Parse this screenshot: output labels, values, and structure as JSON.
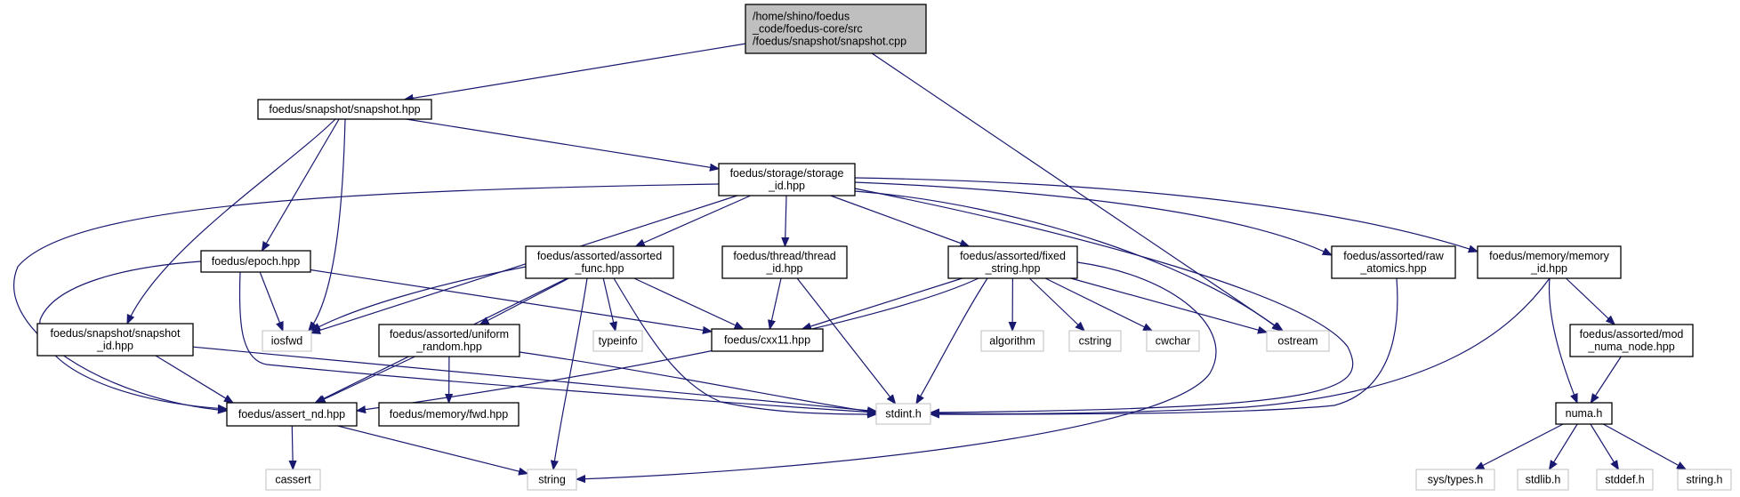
{
  "diagram": {
    "type": "include-dependency-graph",
    "colors": {
      "edge": "#191970",
      "root_fill": "#bfbfbf",
      "box_border": "#000000",
      "external_border": "#bfbfbf",
      "background": "#ffffff"
    },
    "nodes": [
      {
        "id": "snapshot_cpp",
        "lines": [
          "/home/shino/foedus",
          "_code/foedus-core/src",
          "/foedus/snapshot/snapshot.cpp"
        ],
        "style": "root"
      },
      {
        "id": "snapshot_hpp",
        "lines": [
          "foedus/snapshot/snapshot.hpp"
        ],
        "style": "internal"
      },
      {
        "id": "storage_id_hpp",
        "lines": [
          "foedus/storage/storage",
          "_id.hpp"
        ],
        "style": "internal"
      },
      {
        "id": "epoch_hpp",
        "lines": [
          "foedus/epoch.hpp"
        ],
        "style": "internal"
      },
      {
        "id": "assorted_func_hpp",
        "lines": [
          "foedus/assorted/assorted",
          "_func.hpp"
        ],
        "style": "internal"
      },
      {
        "id": "thread_id_hpp",
        "lines": [
          "foedus/thread/thread",
          "_id.hpp"
        ],
        "style": "internal"
      },
      {
        "id": "fixed_string_hpp",
        "lines": [
          "foedus/assorted/fixed",
          "_string.hpp"
        ],
        "style": "internal"
      },
      {
        "id": "raw_atomics_hpp",
        "lines": [
          "foedus/assorted/raw",
          "_atomics.hpp"
        ],
        "style": "internal"
      },
      {
        "id": "memory_id_hpp",
        "lines": [
          "foedus/memory/memory",
          "_id.hpp"
        ],
        "style": "internal"
      },
      {
        "id": "snapshot_id_hpp",
        "lines": [
          "foedus/snapshot/snapshot",
          "_id.hpp"
        ],
        "style": "internal"
      },
      {
        "id": "iosfwd",
        "lines": [
          "iosfwd"
        ],
        "style": "external"
      },
      {
        "id": "uniform_random_hpp",
        "lines": [
          "foedus/assorted/uniform",
          "_random.hpp"
        ],
        "style": "internal"
      },
      {
        "id": "typeinfo",
        "lines": [
          "typeinfo"
        ],
        "style": "external"
      },
      {
        "id": "cxx11_hpp",
        "lines": [
          "foedus/cxx11.hpp"
        ],
        "style": "internal"
      },
      {
        "id": "algorithm",
        "lines": [
          "algorithm"
        ],
        "style": "external"
      },
      {
        "id": "cstring",
        "lines": [
          "cstring"
        ],
        "style": "external"
      },
      {
        "id": "cwchar",
        "lines": [
          "cwchar"
        ],
        "style": "external"
      },
      {
        "id": "ostream",
        "lines": [
          "ostream"
        ],
        "style": "external"
      },
      {
        "id": "mod_numa_node_hpp",
        "lines": [
          "foedus/assorted/mod",
          "_numa_node.hpp"
        ],
        "style": "internal"
      },
      {
        "id": "assert_nd_hpp",
        "lines": [
          "foedus/assert_nd.hpp"
        ],
        "style": "internal"
      },
      {
        "id": "memory_fwd_hpp",
        "lines": [
          "foedus/memory/fwd.hpp"
        ],
        "style": "internal"
      },
      {
        "id": "stdint_h",
        "lines": [
          "stdint.h"
        ],
        "style": "external"
      },
      {
        "id": "numa_h",
        "lines": [
          "numa.h"
        ],
        "style": "internal"
      },
      {
        "id": "cassert",
        "lines": [
          "cassert"
        ],
        "style": "external"
      },
      {
        "id": "string",
        "lines": [
          "string"
        ],
        "style": "external"
      },
      {
        "id": "sys_types_h",
        "lines": [
          "sys/types.h"
        ],
        "style": "external"
      },
      {
        "id": "stdlib_h",
        "lines": [
          "stdlib.h"
        ],
        "style": "external"
      },
      {
        "id": "stddef_h",
        "lines": [
          "stddef.h"
        ],
        "style": "external"
      },
      {
        "id": "string_h",
        "lines": [
          "string.h"
        ],
        "style": "external"
      }
    ],
    "edges": [
      {
        "from": "snapshot_cpp",
        "to": "snapshot_hpp"
      },
      {
        "from": "snapshot_cpp",
        "to": "ostream"
      },
      {
        "from": "snapshot_hpp",
        "to": "storage_id_hpp"
      },
      {
        "from": "snapshot_hpp",
        "to": "epoch_hpp"
      },
      {
        "from": "snapshot_hpp",
        "to": "snapshot_id_hpp"
      },
      {
        "from": "snapshot_hpp",
        "to": "iosfwd"
      },
      {
        "from": "storage_id_hpp",
        "to": "assorted_func_hpp"
      },
      {
        "from": "storage_id_hpp",
        "to": "thread_id_hpp"
      },
      {
        "from": "storage_id_hpp",
        "to": "fixed_string_hpp"
      },
      {
        "from": "storage_id_hpp",
        "to": "raw_atomics_hpp"
      },
      {
        "from": "storage_id_hpp",
        "to": "memory_id_hpp"
      },
      {
        "from": "storage_id_hpp",
        "to": "iosfwd"
      },
      {
        "from": "storage_id_hpp",
        "to": "assert_nd_hpp"
      },
      {
        "from": "storage_id_hpp",
        "to": "stdint_h"
      },
      {
        "from": "storage_id_hpp",
        "to": "ostream"
      },
      {
        "from": "epoch_hpp",
        "to": "iosfwd"
      },
      {
        "from": "epoch_hpp",
        "to": "cxx11_hpp"
      },
      {
        "from": "epoch_hpp",
        "to": "assert_nd_hpp"
      },
      {
        "from": "epoch_hpp",
        "to": "stdint_h"
      },
      {
        "from": "assorted_func_hpp",
        "to": "iosfwd"
      },
      {
        "from": "assorted_func_hpp",
        "to": "uniform_random_hpp"
      },
      {
        "from": "assorted_func_hpp",
        "to": "typeinfo"
      },
      {
        "from": "assorted_func_hpp",
        "to": "cxx11_hpp"
      },
      {
        "from": "assorted_func_hpp",
        "to": "assert_nd_hpp"
      },
      {
        "from": "assorted_func_hpp",
        "to": "string"
      },
      {
        "from": "assorted_func_hpp",
        "to": "stdint_h"
      },
      {
        "from": "thread_id_hpp",
        "to": "cxx11_hpp"
      },
      {
        "from": "thread_id_hpp",
        "to": "stdint_h"
      },
      {
        "from": "fixed_string_hpp",
        "to": "cxx11_hpp"
      },
      {
        "from": "fixed_string_hpp",
        "to": "algorithm"
      },
      {
        "from": "fixed_string_hpp",
        "to": "cstring"
      },
      {
        "from": "fixed_string_hpp",
        "to": "cwchar"
      },
      {
        "from": "fixed_string_hpp",
        "to": "ostream"
      },
      {
        "from": "fixed_string_hpp",
        "to": "assert_nd_hpp"
      },
      {
        "from": "fixed_string_hpp",
        "to": "stdint_h"
      },
      {
        "from": "fixed_string_hpp",
        "to": "string"
      },
      {
        "from": "raw_atomics_hpp",
        "to": "stdint_h"
      },
      {
        "from": "memory_id_hpp",
        "to": "mod_numa_node_hpp"
      },
      {
        "from": "memory_id_hpp",
        "to": "numa_h"
      },
      {
        "from": "memory_id_hpp",
        "to": "stdint_h"
      },
      {
        "from": "snapshot_id_hpp",
        "to": "assert_nd_hpp"
      },
      {
        "from": "snapshot_id_hpp",
        "to": "stdint_h"
      },
      {
        "from": "uniform_random_hpp",
        "to": "assert_nd_hpp"
      },
      {
        "from": "uniform_random_hpp",
        "to": "memory_fwd_hpp"
      },
      {
        "from": "uniform_random_hpp",
        "to": "stdint_h"
      },
      {
        "from": "mod_numa_node_hpp",
        "to": "numa_h"
      },
      {
        "from": "assert_nd_hpp",
        "to": "cassert"
      },
      {
        "from": "assert_nd_hpp",
        "to": "string"
      },
      {
        "from": "numa_h",
        "to": "sys_types_h"
      },
      {
        "from": "numa_h",
        "to": "stdlib_h"
      },
      {
        "from": "numa_h",
        "to": "stddef_h"
      },
      {
        "from": "numa_h",
        "to": "string_h"
      }
    ]
  }
}
